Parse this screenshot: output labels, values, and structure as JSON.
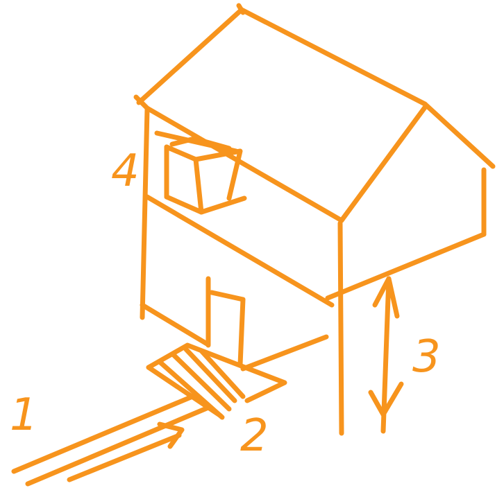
{
  "stroke_color": "#F7941D",
  "labels": {
    "one": "1",
    "two": "2",
    "three": "3",
    "four": "4"
  }
}
